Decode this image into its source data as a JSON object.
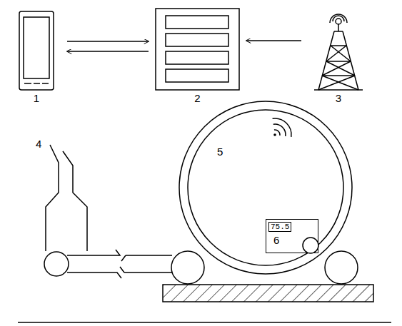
{
  "diagram": {
    "nodes": [
      {
        "text": [
          "1"
        ]
      },
      {
        "text": [
          "2"
        ]
      },
      {
        "text": [
          "3"
        ]
      },
      {
        "text": [
          "5"
        ]
      },
      {
        "text": [
          "75.5",
          "6"
        ],
        "in": 3
      }
    ],
    "edges": [
      {
        "from": 0,
        "to": 1,
        "arrow": "to"
      },
      {
        "from": 1,
        "to": 0,
        "arrow": "to"
      },
      {
        "from": 2,
        "to": 1,
        "arrow": "to"
      }
    ],
    "labels": [
      "4"
    ]
  }
}
